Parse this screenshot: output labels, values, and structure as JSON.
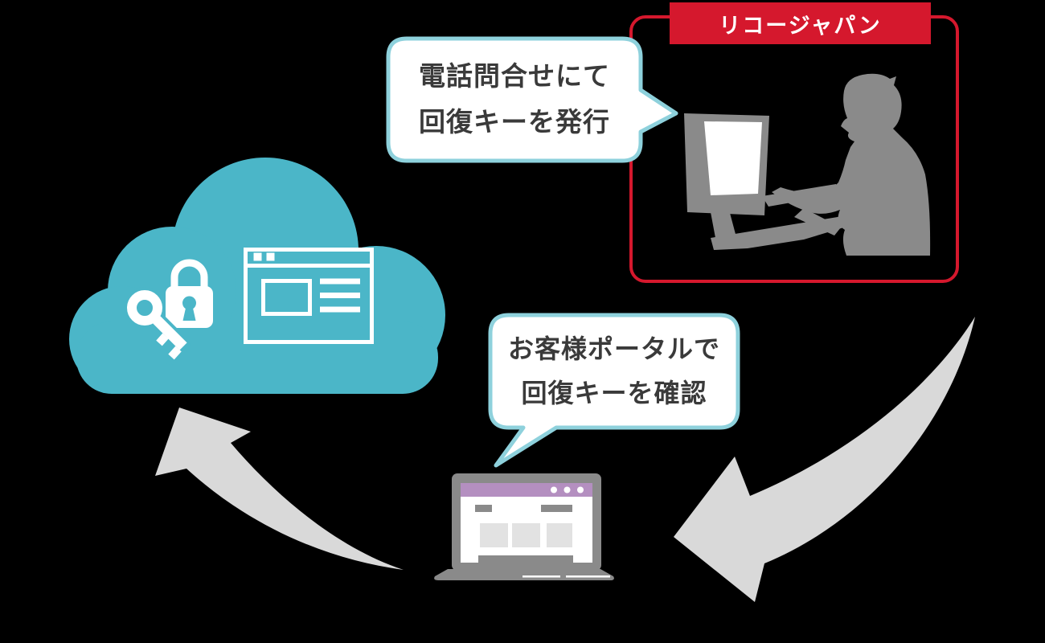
{
  "colors": {
    "bg": "#000000",
    "teal": "#4bb6c8",
    "bubble": "#8ed1dc",
    "red": "#d5182d",
    "arrow": "#d9d9d9",
    "gray": "#8a8a8a",
    "light": "#e2e2e2",
    "purple": "#b48fc0",
    "ink": "#3a3a3a",
    "paper": "#ffffff"
  },
  "ricoh_box": {
    "label": "リコージャパン",
    "operator_icon": "operator-at-desktop-silhouette"
  },
  "speech_bubbles": [
    {
      "id": "phone-bubble",
      "lines": [
        "電話問合せにて",
        "回復キーを発行"
      ],
      "points_to": "ricoh-operator"
    },
    {
      "id": "portal-bubble",
      "lines": [
        "お客様ポータルで",
        "回復キーを確認"
      ],
      "points_to": "customer-laptop"
    }
  ],
  "cloud": {
    "icons": [
      "key-icon",
      "lock-icon",
      "browser-window-icon"
    ]
  },
  "laptop": {
    "icon": "laptop-icon"
  },
  "arrows": [
    {
      "name": "arrow-ricoh-to-laptop",
      "direction": "down-left"
    },
    {
      "name": "arrow-laptop-to-cloud",
      "direction": "up-left"
    }
  ]
}
